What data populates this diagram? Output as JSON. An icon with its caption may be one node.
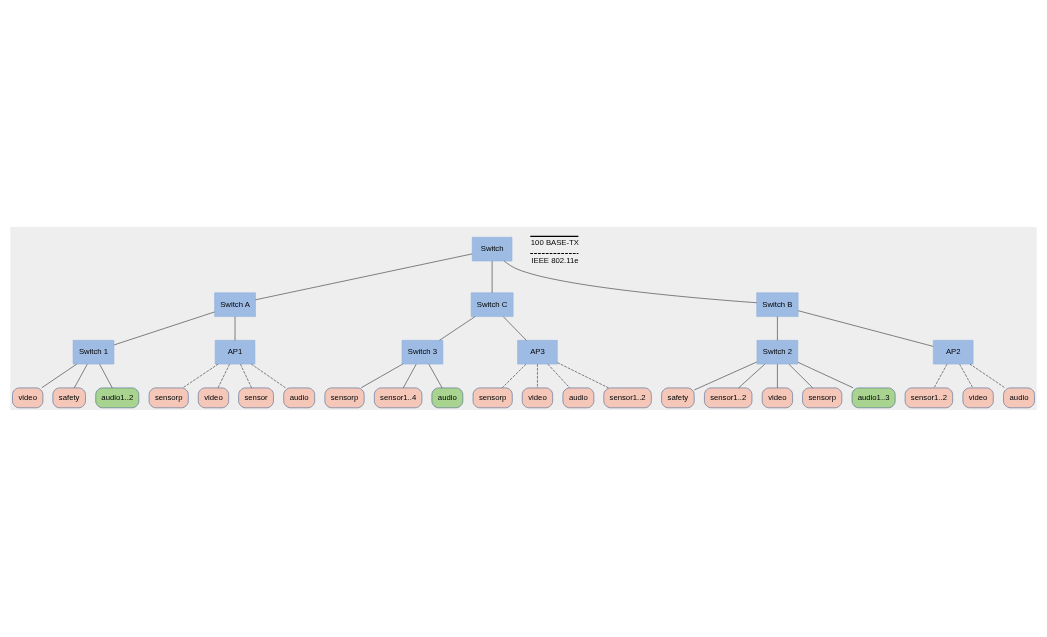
{
  "diagram": {
    "nodes": [
      {
        "text": [
          "video"
        ]
      },
      {
        "text": [
          "safety"
        ]
      },
      {
        "text": [
          "audio1..2"
        ]
      },
      {
        "text": [
          "Switch 1"
        ]
      },
      {
        "text": [
          "sensorp"
        ]
      },
      {
        "text": [
          "sensor1..4"
        ]
      },
      {
        "text": [
          "audio"
        ]
      },
      {
        "text": [
          "Switch 3"
        ]
      },
      {
        "text": [
          "sensorp"
        ]
      },
      {
        "text": [
          "AP1"
        ]
      },
      {
        "text": [
          "Switch A"
        ]
      },
      {
        "text": [
          "Switch"
        ]
      },
      {
        "text": [
          "Switch C"
        ]
      },
      {
        "text": [
          "video"
        ]
      },
      {
        "text": [
          "sensor"
        ]
      },
      {
        "text": [
          "AP3"
        ]
      },
      {
        "text": [
          "sensorp"
        ]
      },
      {
        "text": [
          "audio"
        ]
      },
      {
        "text": [
          "Switch B"
        ]
      },
      {
        "text": [
          "video"
        ]
      },
      {
        "text": [
          "audio"
        ]
      },
      {
        "text": [
          "sensor1..2"
        ]
      },
      {
        "text": [
          "safety"
        ]
      },
      {
        "text": [
          "Switch 2"
        ]
      },
      {
        "text": [
          "AP2"
        ]
      },
      {
        "text": [
          "sensor1..2"
        ]
      },
      {
        "text": [
          "video"
        ]
      },
      {
        "text": [
          "sensor1..2"
        ]
      },
      {
        "text": [
          "video"
        ]
      },
      {
        "text": [
          "audio"
        ]
      },
      {
        "text": [
          "sensorp"
        ]
      },
      {
        "text": [
          "audio1..3"
        ]
      }
    ],
    "edges": [
      {
        "from": 11,
        "to": 10,
        "arrow": "none"
      },
      {
        "from": 11,
        "to": 12,
        "arrow": "none"
      },
      {
        "from": 11,
        "to": 18,
        "arrow": "none"
      },
      {
        "from": 10,
        "to": 3,
        "arrow": "none"
      },
      {
        "from": 10,
        "to": 9,
        "arrow": "none"
      },
      {
        "from": 3,
        "to": 0,
        "arrow": "none"
      },
      {
        "from": 3,
        "to": 1,
        "arrow": "none"
      },
      {
        "from": 3,
        "to": 2,
        "arrow": "none"
      },
      {
        "from": 12,
        "to": 7,
        "arrow": "none"
      },
      {
        "from": 12,
        "to": 15,
        "arrow": "none"
      },
      {
        "from": 7,
        "to": 4,
        "arrow": "none"
      },
      {
        "from": 7,
        "to": 5,
        "arrow": "none"
      },
      {
        "from": 7,
        "to": 6,
        "arrow": "none"
      },
      {
        "from": 9,
        "to": 8,
        "arrow": "none",
        "style": "dashed"
      },
      {
        "from": 9,
        "to": 13,
        "arrow": "none",
        "style": "dashed"
      },
      {
        "from": 9,
        "to": 14,
        "arrow": "none",
        "style": "dashed"
      },
      {
        "from": 9,
        "to": 17,
        "arrow": "none",
        "style": "dashed"
      },
      {
        "from": 15,
        "to": 16,
        "arrow": "none",
        "style": "dashed"
      },
      {
        "from": 15,
        "to": 19,
        "arrow": "none",
        "style": "dashed"
      },
      {
        "from": 15,
        "to": 20,
        "arrow": "none",
        "style": "dashed"
      },
      {
        "from": 15,
        "to": 21,
        "arrow": "none",
        "style": "dashed"
      },
      {
        "from": 18,
        "to": 23,
        "arrow": "none"
      },
      {
        "from": 18,
        "to": 24,
        "arrow": "none"
      },
      {
        "from": 23,
        "to": 22,
        "arrow": "none"
      },
      {
        "from": 23,
        "to": 25,
        "arrow": "none"
      },
      {
        "from": 23,
        "to": 26,
        "arrow": "none"
      },
      {
        "from": 23,
        "to": 30,
        "arrow": "none"
      },
      {
        "from": 23,
        "to": 31,
        "arrow": "none"
      },
      {
        "from": 24,
        "to": 27,
        "arrow": "none",
        "style": "dashed"
      },
      {
        "from": 24,
        "to": 28,
        "arrow": "none",
        "style": "dashed"
      },
      {
        "from": 24,
        "to": 29,
        "arrow": "none",
        "style": "dashed"
      }
    ],
    "legend": [
      {
        "text": "100 BASE-TX"
      },
      {
        "text": "IEEE 802.11e"
      }
    ]
  }
}
